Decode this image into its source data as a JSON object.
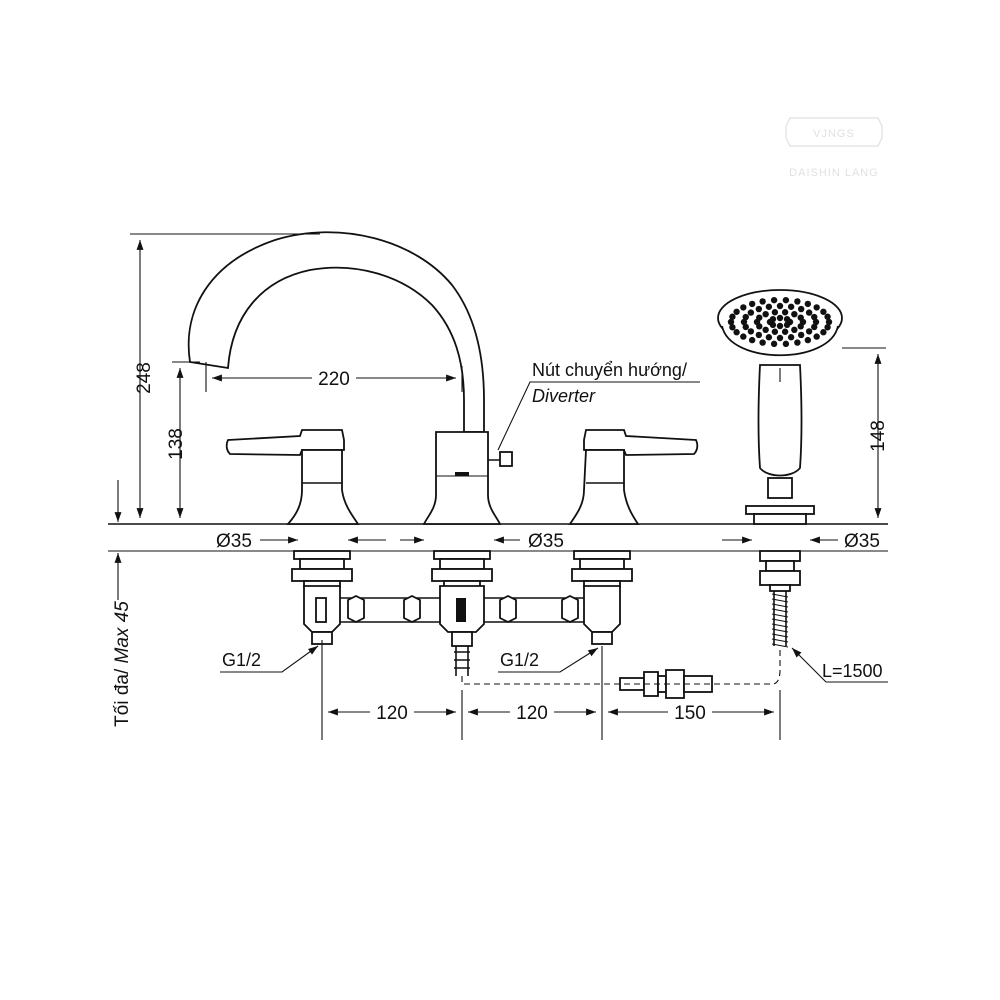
{
  "watermark": {
    "brand": "VJNGS",
    "tagline": "DAISHIN LANG"
  },
  "dimensions": {
    "height_total": "248",
    "spout_height": "138",
    "spout_reach": "220",
    "handshower_height": "148",
    "dia_left": "Ø35",
    "dia_center": "Ø35",
    "dia_right": "Ø35",
    "spacing_left": "120",
    "spacing_right": "120",
    "spacing_shower": "150",
    "max_thickness": "Tối đa/ Max 45",
    "max_thickness_vi": "Tối đa/ ",
    "max_thickness_en": "Max 45"
  },
  "labels": {
    "diverter_vi": "Nút chuyển hướng/",
    "diverter_en": "Diverter",
    "thread_left": "G1/2",
    "thread_right": "G1/2",
    "hose_length": "L=1500"
  }
}
